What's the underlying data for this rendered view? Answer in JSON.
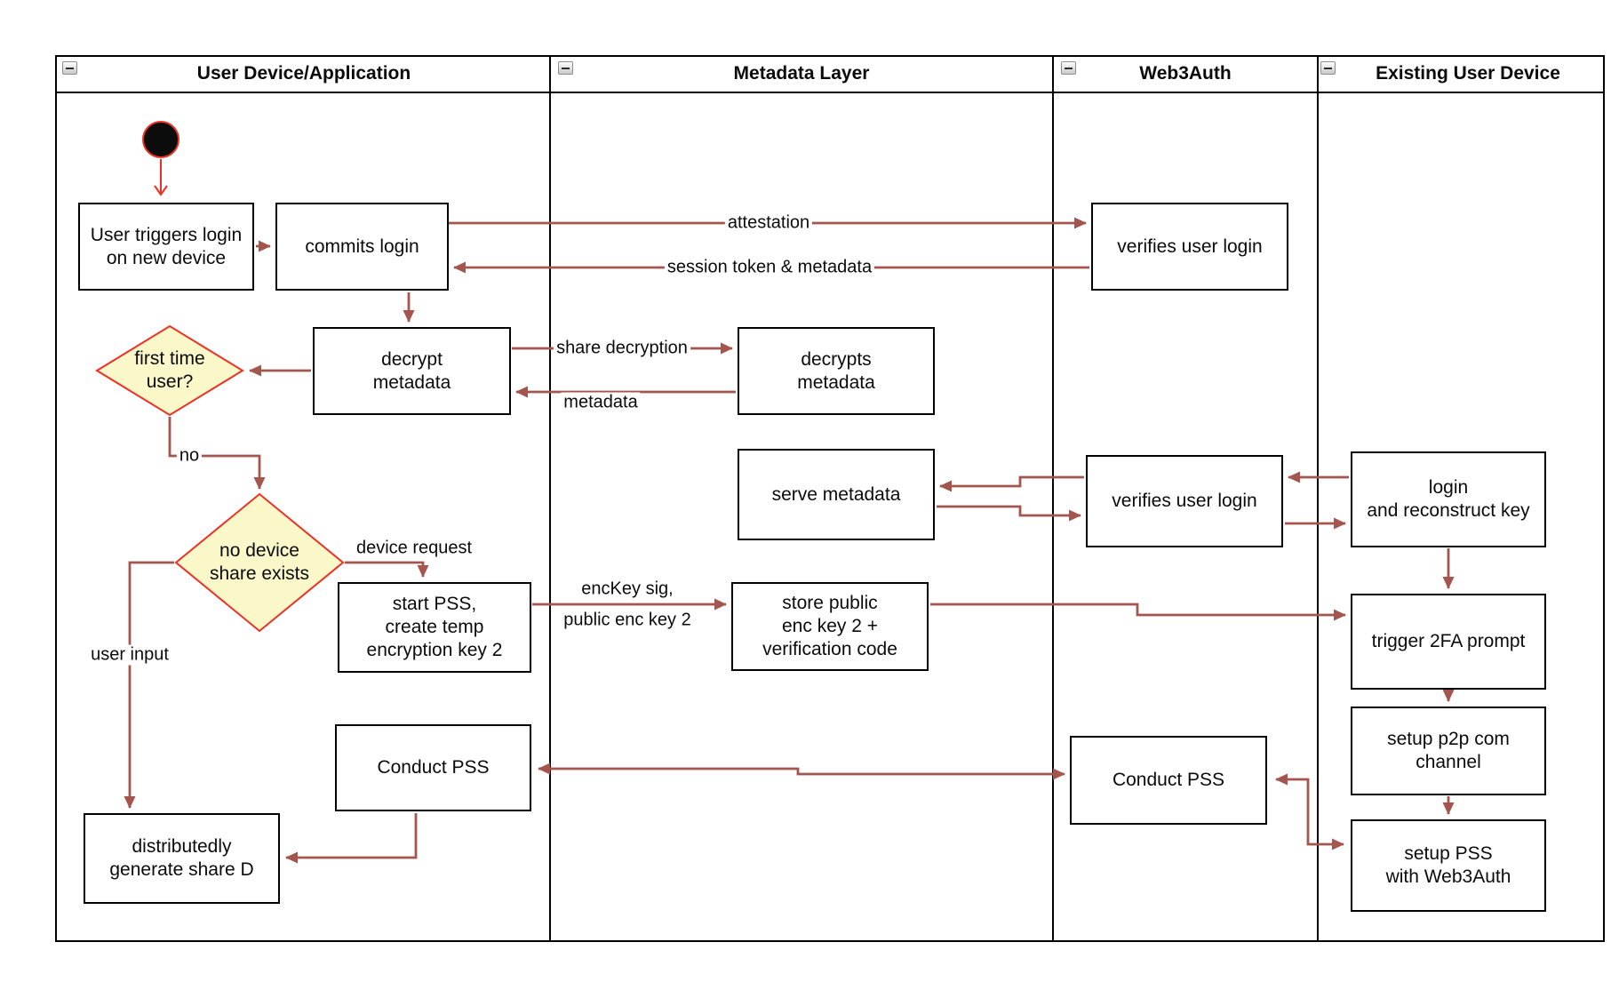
{
  "colors": {
    "arrow": "#a4564e",
    "flow_accent": "#ee3124",
    "decision_fill": "#faf7c8",
    "decision_stroke": "#ee3124",
    "node_border": "#000000",
    "lane_border": "#000000",
    "text": "#0b0b0b"
  },
  "lanes": [
    {
      "title": "User Device/Application"
    },
    {
      "title": "Metadata Layer"
    },
    {
      "title": "Web3Auth"
    },
    {
      "title": "Existing User Device"
    }
  ],
  "nodes": {
    "user_triggers": {
      "label": "User triggers login\non new device"
    },
    "commits_login": {
      "label": "commits login"
    },
    "decrypt_metadata": {
      "label": "decrypt\nmetadata"
    },
    "first_time_user": {
      "label": "first time\nuser?"
    },
    "no_device_share": {
      "label": "no device\nshare exists"
    },
    "start_pss": {
      "label": "start PSS,\ncreate temp\nencryption key 2"
    },
    "conduct_pss_user": {
      "label": "Conduct PSS"
    },
    "dist_gen_share": {
      "label": "distributedly\ngenerate share D"
    },
    "decrypts_metadata": {
      "label": "decrypts\nmetadata"
    },
    "serve_metadata": {
      "label": "serve metadata"
    },
    "store_public": {
      "label": "store public\nenc key 2 +\nverification code"
    },
    "verifies_login_1": {
      "label": "verifies user login"
    },
    "verifies_login_2": {
      "label": "verifies user login"
    },
    "conduct_pss_web3": {
      "label": "Conduct PSS"
    },
    "login_reconstruct": {
      "label": "login\nand reconstruct key"
    },
    "trigger_2fa": {
      "label": "trigger 2FA prompt"
    },
    "setup_p2p": {
      "label": "setup p2p com\nchannel"
    },
    "setup_pss": {
      "label": "setup PSS\nwith Web3Auth"
    }
  },
  "edge_labels": {
    "attestation": "attestation",
    "session_token": "session token & metadata",
    "share_decryption": "share decryption",
    "metadata": "metadata",
    "no": "no",
    "device_request": "device request",
    "user_input": "user input",
    "enckey_sig": "encKey sig,",
    "public_enc_key": "public enc key 2"
  }
}
